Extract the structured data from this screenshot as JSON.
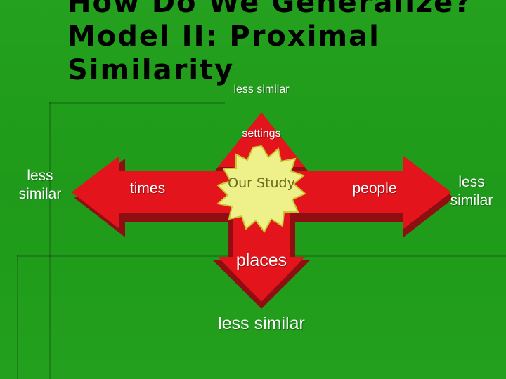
{
  "title": {
    "line1": "How Do We Generalize?",
    "line2": "Model II: Proximal",
    "line3": "Similarity"
  },
  "diagram": {
    "center": "Our Study",
    "up_arrow": "settings",
    "down_arrow": "places",
    "left_arrow": "times",
    "right_arrow": "people",
    "top_end": "less similar",
    "bottom_end": "less similar",
    "left_end": "less similar",
    "right_end": "less similar"
  },
  "colors": {
    "background": "#22a01c",
    "arrow_fill": "#e3141b",
    "arrow_shade": "#8e0e12",
    "burst_fill": "#eef08a",
    "burst_stroke": "#c8c830",
    "title_text": "#000000",
    "label_text": "#ffffff"
  }
}
